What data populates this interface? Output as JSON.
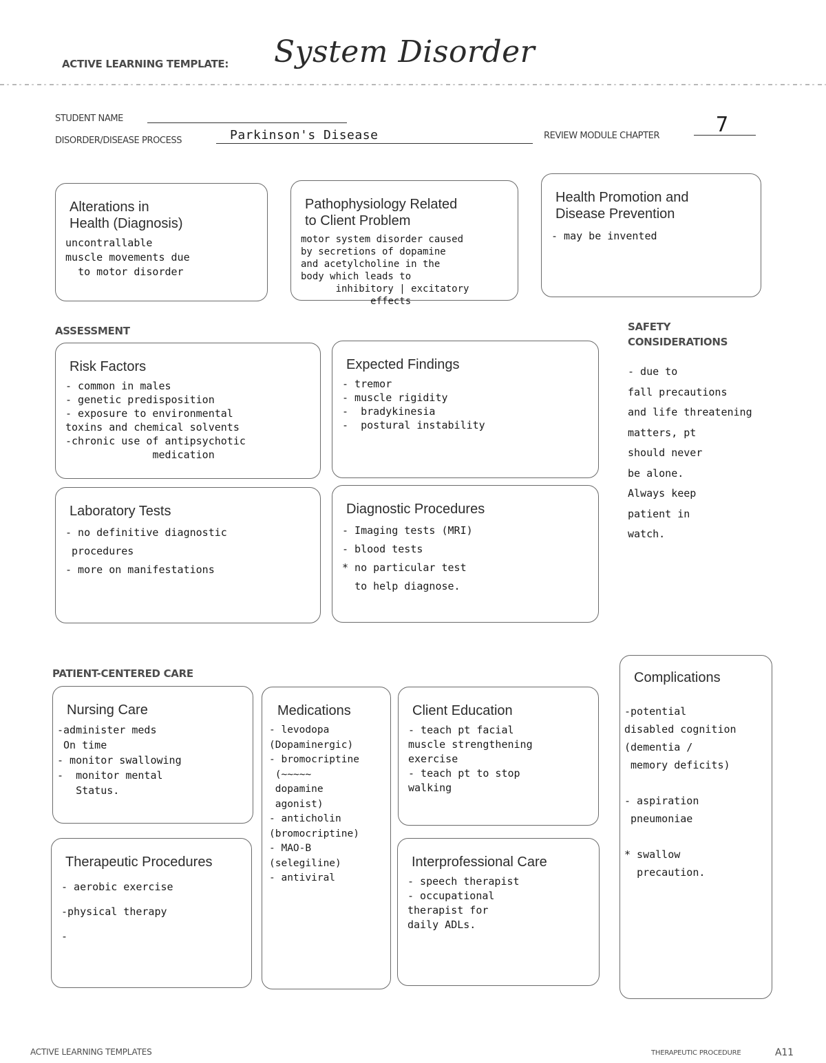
{
  "header": {
    "template_label": "ACTIVE LEARNING TEMPLATE:",
    "title": "System Disorder"
  },
  "fields": {
    "student_name_label": "STUDENT NAME",
    "student_name_value": "",
    "disorder_label": "DISORDER/DISEASE PROCESS",
    "disorder_value": "Parkinson's Disease",
    "chapter_label": "REVIEW MODULE CHAPTER",
    "chapter_value": "7"
  },
  "top_boxes": {
    "alterations": {
      "title": "Alterations in\nHealth (Diagnosis)",
      "text": "uncontrallable\nmuscle movements due\n  to motor disorder"
    },
    "pathophysiology": {
      "title": "Pathophysiology Related\nto Client Problem",
      "text": "motor system disorder caused\nby secretions of dopamine\nand acetylcholine in the\nbody which leads to\n      inhibitory | excitatory\n            effects"
    },
    "health_promotion": {
      "title": "Health Promotion and\nDisease Prevention",
      "text": "- may be invented"
    }
  },
  "assessment": {
    "section_label": "ASSESSMENT",
    "risk_factors": {
      "title": "Risk Factors",
      "text": "- common in males\n- genetic predisposition\n- exposure to environmental\ntoxins and chemical solvents\n-chronic use of antipsychotic\n              medication"
    },
    "expected_findings": {
      "title": "Expected Findings",
      "text": "- tremor\n- muscle rigidity\n-  bradykinesia\n-  postural instability"
    },
    "laboratory_tests": {
      "title": "Laboratory Tests",
      "text": "- no definitive diagnostic\n procedures\n- more on manifestations"
    },
    "diagnostic_procedures": {
      "title": "Diagnostic Procedures",
      "text": "- Imaging tests (MRI)\n- blood tests\n* no particular test\n  to help diagnose."
    }
  },
  "safety": {
    "label": "SAFETY\nCONSIDERATIONS",
    "text": "- due to\nfall precautions\nand life threatening\nmatters, pt\nshould never\nbe alone.\nAlways keep\npatient in\nwatch."
  },
  "patient_centered_care": {
    "section_label": "PATIENT-CENTERED CARE",
    "nursing_care": {
      "title": "Nursing Care",
      "text": "-administer meds\n On time\n- monitor swallowing\n-  monitor mental\n   Status."
    },
    "medications": {
      "title": "Medications",
      "text": "- levodopa\n(Dopaminergic)\n- bromocriptine\n (~~~~~\n dopamine\n agonist)\n- anticholin\n(bromocriptine)\n- MAO-B\n(selegiline)\n- antiviral"
    },
    "client_education": {
      "title": "Client Education",
      "text": "- teach pt facial\nmuscle strengthening\nexercise\n- teach pt to stop\nwalking"
    },
    "therapeutic_procedures": {
      "title": "Therapeutic Procedures",
      "text": "- aerobic exercise\n-physical therapy\n-"
    },
    "interprofessional_care": {
      "title": "Interprofessional Care",
      "text": "- speech therapist\n- occupational\ntherapist for\ndaily ADLs."
    },
    "complications": {
      "title": "Complications",
      "text": "-potential\ndisabled cognition\n(dementia /\n memory deficits)\n\n- aspiration\n pneumoniae\n\n* swallow\n  precaution."
    }
  },
  "footer": {
    "left": "ACTIVE LEARNING TEMPLATES",
    "right_label": "THERAPEUTIC PROCEDURE",
    "page": "A11"
  }
}
